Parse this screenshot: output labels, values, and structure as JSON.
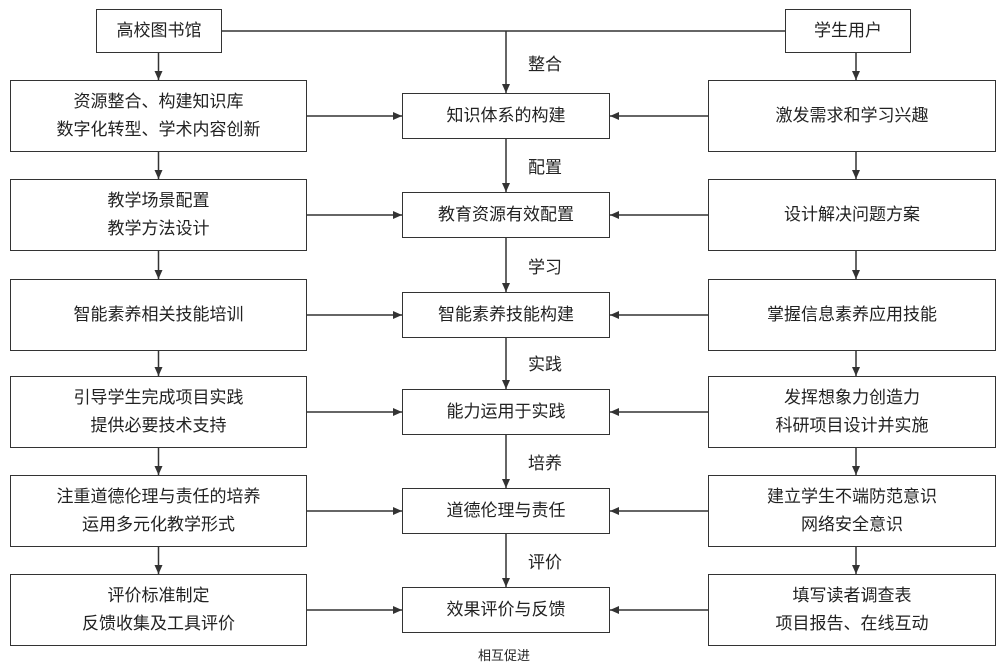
{
  "top": {
    "library": "高校图书馆",
    "user": "学生用户"
  },
  "left_column": [
    {
      "lines": [
        "资源整合、构建知识库",
        "数字化转型、学术内容创新"
      ]
    },
    {
      "lines": [
        "教学场景配置",
        "教学方法设计"
      ]
    },
    {
      "lines": [
        "智能素养相关技能培训"
      ]
    },
    {
      "lines": [
        "引导学生完成项目实践",
        "提供必要技术支持"
      ]
    },
    {
      "lines": [
        "注重道德伦理与责任的培养",
        "运用多元化教学形式"
      ]
    },
    {
      "lines": [
        "评价标准制定",
        "反馈收集及工具评价"
      ]
    }
  ],
  "center_column": [
    "知识体系的构建",
    "教育资源有效配置",
    "智能素养技能构建",
    "能力运用于实践",
    "道德伦理与责任",
    "效果评价与反馈"
  ],
  "right_column": [
    {
      "lines": [
        "激发需求和学习兴趣"
      ]
    },
    {
      "lines": [
        "设计解决问题方案"
      ]
    },
    {
      "lines": [
        "掌握信息素养应用技能"
      ]
    },
    {
      "lines": [
        "发挥想象力创造力",
        "科研项目设计并实施"
      ]
    },
    {
      "lines": [
        "建立学生不端防范意识",
        "网络安全意识"
      ]
    },
    {
      "lines": [
        "填写读者调查表",
        "项目报告、在线互动"
      ]
    }
  ],
  "stage_labels": [
    "整合",
    "配置",
    "学习",
    "实践",
    "培养",
    "评价"
  ],
  "bottom_label": "相互促进"
}
